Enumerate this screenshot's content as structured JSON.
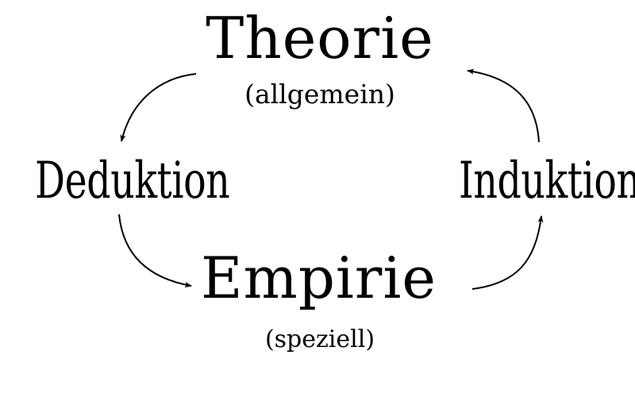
{
  "diagram": {
    "theory": {
      "title": "Theorie",
      "subtitle": "(allgemein)"
    },
    "empiric": {
      "title": "Empirie",
      "subtitle": "(speziell)"
    },
    "deduction": "Deduktion",
    "induction": "Induktion",
    "colors": {
      "text": "#000000",
      "arrow": "#000000",
      "background": "#ffffff"
    }
  }
}
